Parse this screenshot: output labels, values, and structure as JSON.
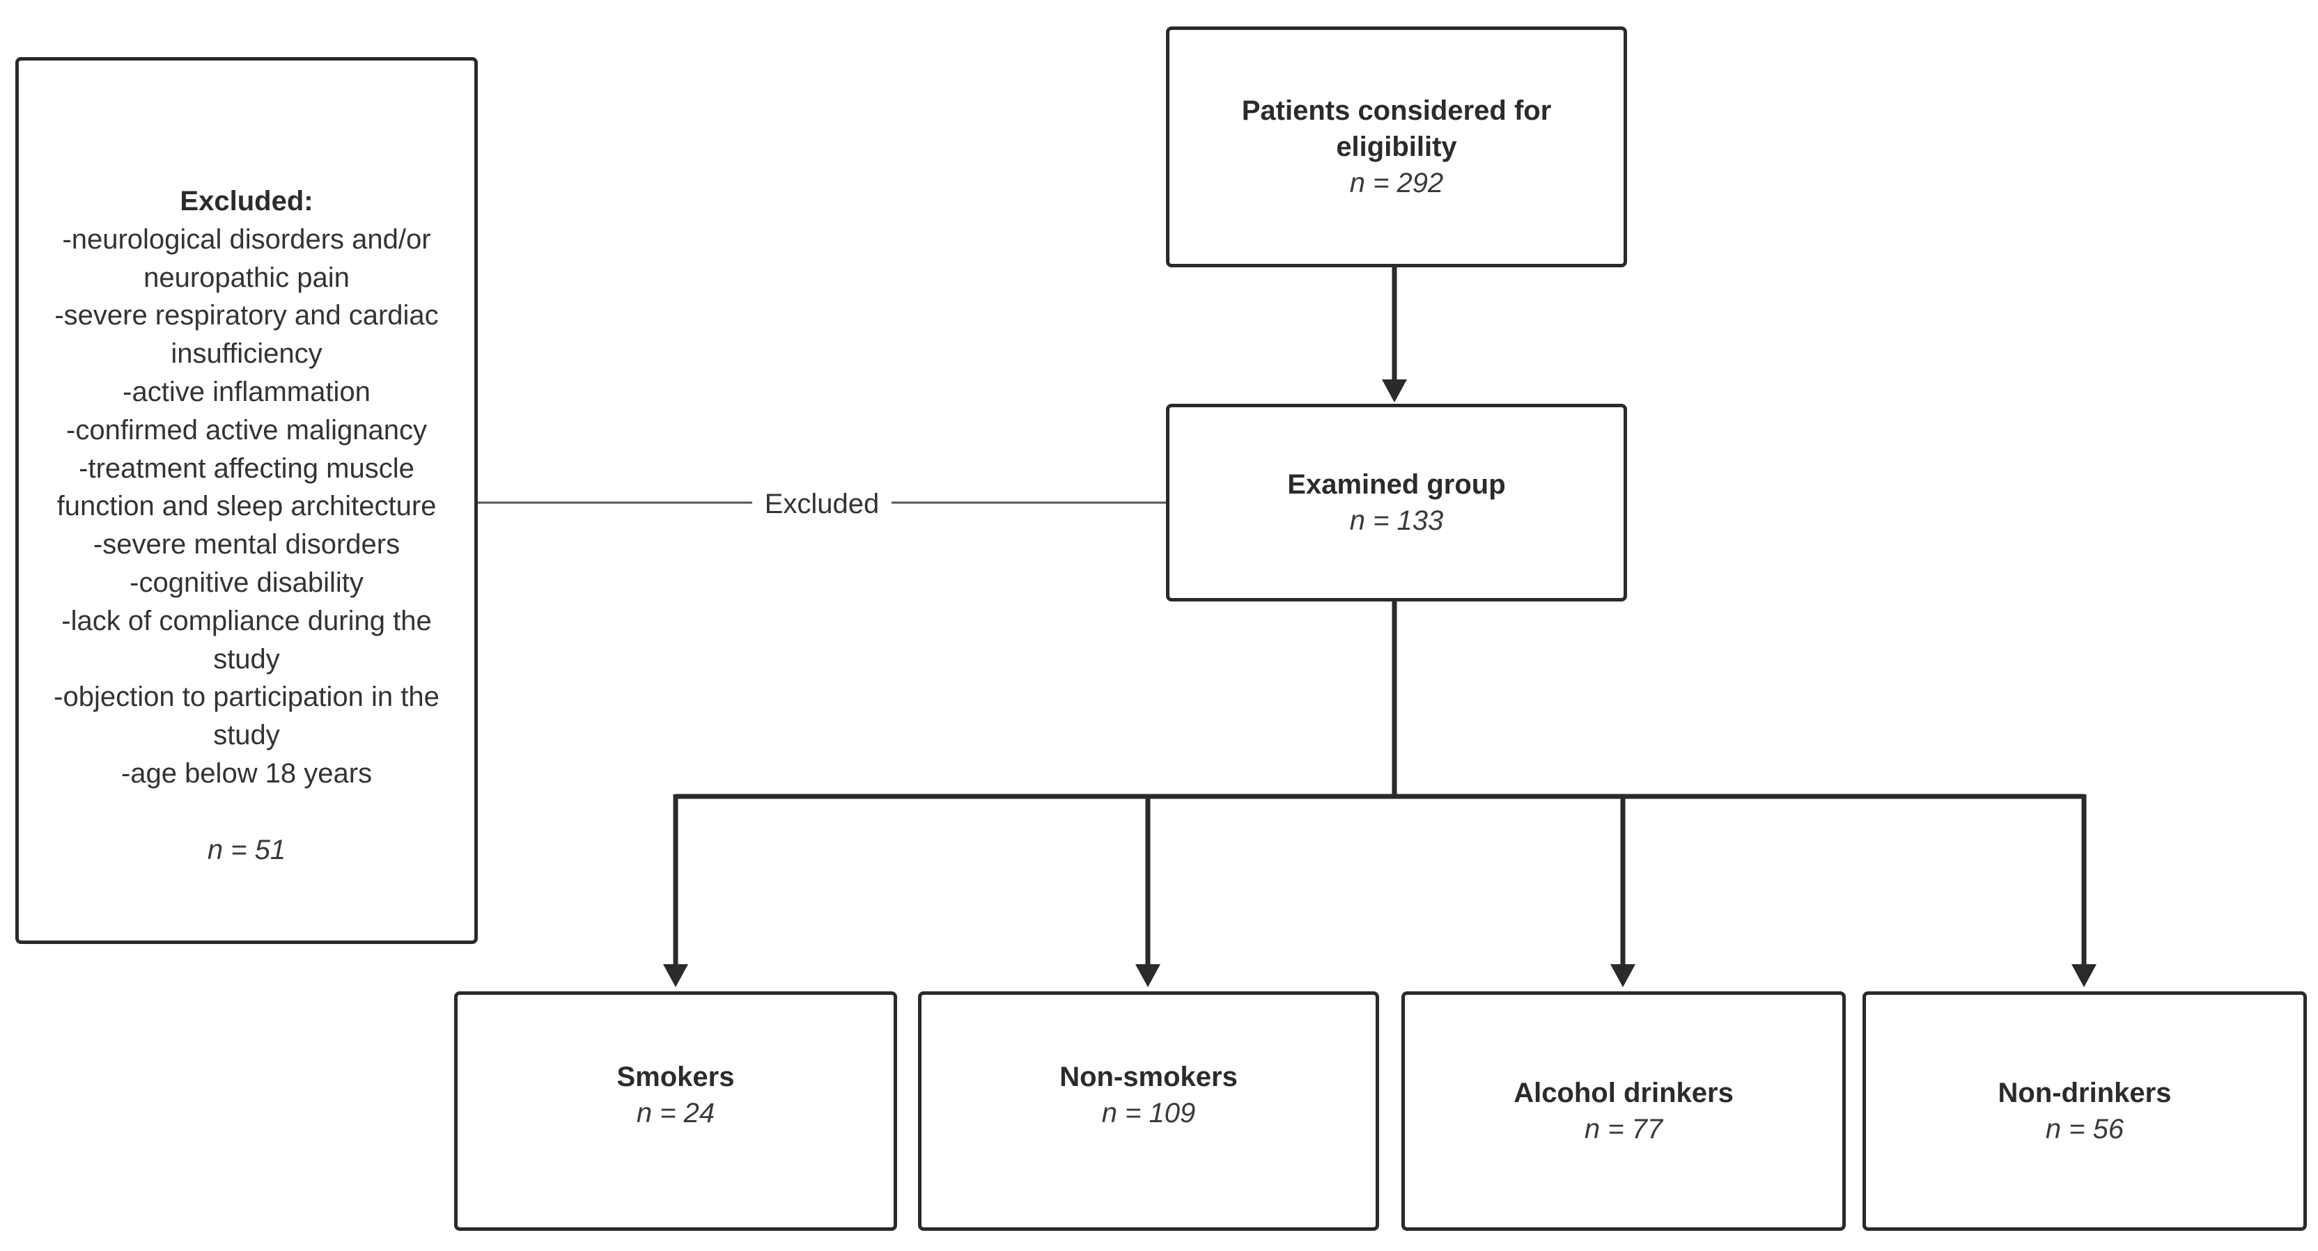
{
  "eligibility": {
    "title": "Patients considered for eligibility",
    "count": "n = 292"
  },
  "examined": {
    "title": "Examined group",
    "count": "n = 133"
  },
  "excluded_link_label": "Excluded",
  "excluded_box": {
    "title": "Excluded:",
    "criteria": [
      "-neurological disorders and/or",
      "neuropathic pain",
      "-severe respiratory and cardiac",
      "insufficiency",
      "-active inflammation",
      "-confirmed active malignancy",
      "-treatment affecting muscle",
      "function and sleep architecture",
      "-severe mental disorders",
      "-cognitive disability",
      "-lack of compliance during the",
      "study",
      "-objection to participation in the",
      "study",
      "-age below 18 years"
    ],
    "count": "n = 51"
  },
  "groups": {
    "smokers": {
      "title": "Smokers",
      "count": "n = 24"
    },
    "non_smokers": {
      "title": "Non-smokers",
      "count": "n = 109"
    },
    "alcohol_drinkers": {
      "title": "Alcohol drinkers",
      "count": "n = 77"
    },
    "non_drinkers": {
      "title": "Non-drinkers",
      "count": "n = 56"
    }
  },
  "colors": {
    "stroke": "#2a2a2a",
    "thin_line": "#555555",
    "background": "#ffffff"
  }
}
